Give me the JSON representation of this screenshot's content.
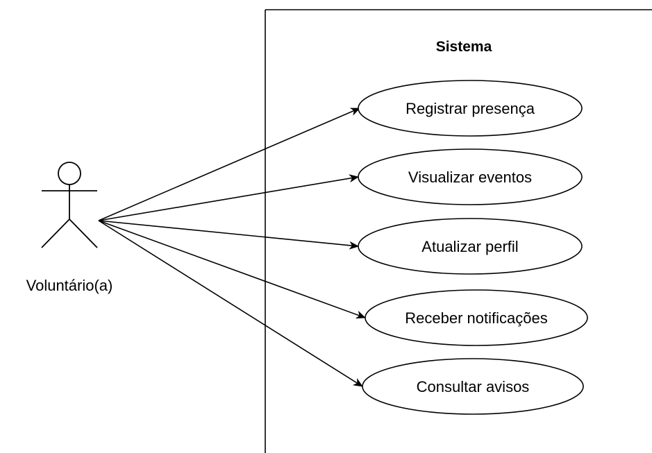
{
  "system": {
    "title": "Sistema"
  },
  "actor": {
    "name": "Voluntário(a)"
  },
  "use_cases": [
    {
      "label": "Registrar presença"
    },
    {
      "label": "Visualizar eventos"
    },
    {
      "label": "Atualizar perfil"
    },
    {
      "label": "Receber notificações"
    },
    {
      "label": "Consultar avisos"
    }
  ],
  "colors": {
    "stroke": "#000000",
    "background": "#ffffff"
  }
}
